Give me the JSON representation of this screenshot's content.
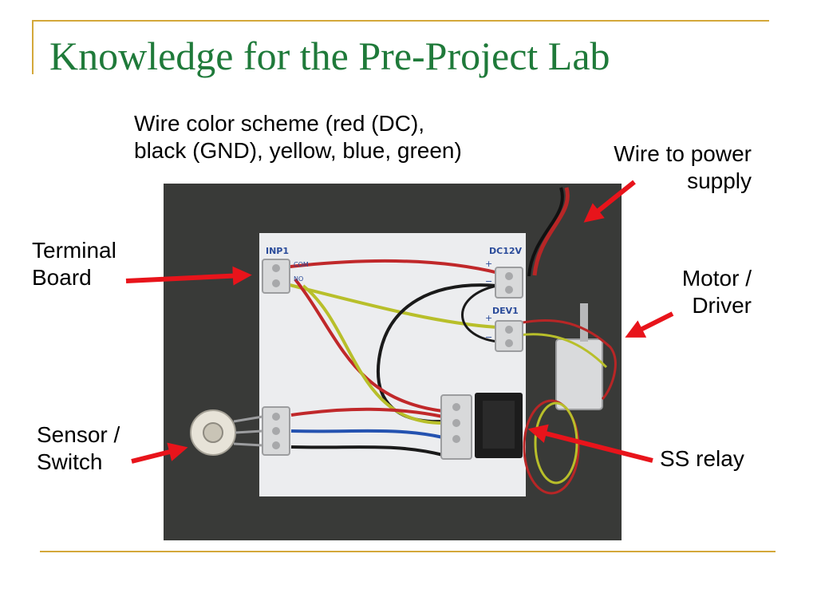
{
  "slide": {
    "title": "Knowledge for the Pre-Project Lab"
  },
  "labels": {
    "wire_scheme_line1": "Wire color scheme (red (DC),",
    "wire_scheme_line2": "black (GND), yellow, blue, green)",
    "power_line1": "Wire to power",
    "power_line2": "supply",
    "terminal_line1": "Terminal",
    "terminal_line2": "Board",
    "motor_line1": "Motor /",
    "motor_line2": "Driver",
    "sensor_line1": "Sensor /",
    "sensor_line2": "Switch",
    "relay": "SS relay"
  },
  "board_marks": {
    "inp1": "INP1",
    "com": "COM",
    "no": "NO",
    "dc12v": "DC12V",
    "dev1": "DEV1",
    "plus": "+",
    "minus": "−"
  },
  "colors": {
    "title": "#1f7a3a",
    "rule": "#d4a83a",
    "arrow": "#e8141b",
    "wire_red": "#c0282a",
    "wire_black": "#1a1a1a",
    "wire_yellow": "#b8bf2a",
    "wire_blue": "#2452b0"
  }
}
